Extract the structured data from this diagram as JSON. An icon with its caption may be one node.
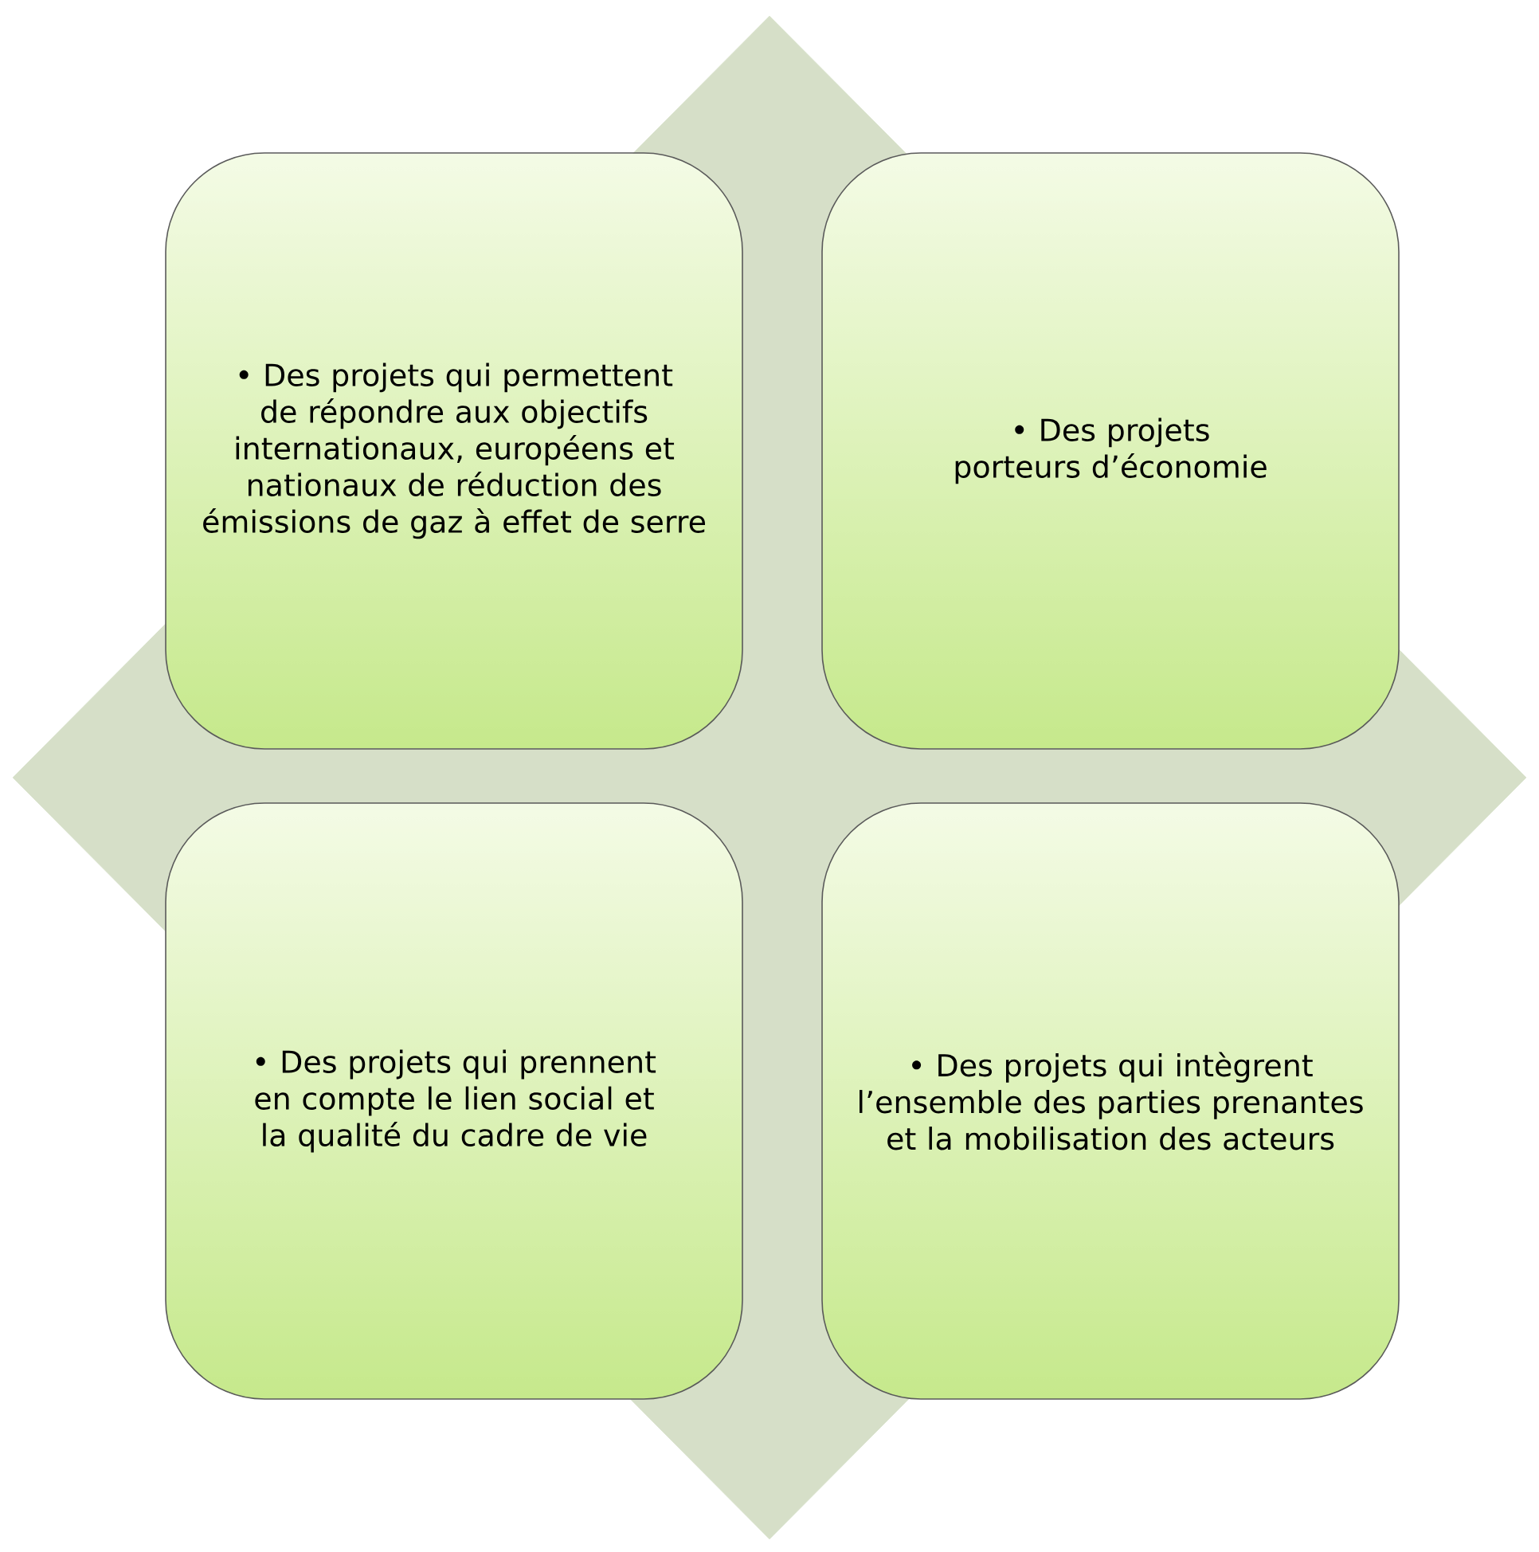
{
  "diagram": {
    "nodes": [
      {
        "text": [],
        "shape": "diamond"
      },
      {
        "text": [
          "• Des projets qui permettent de répondre aux objectifs internationaux, européens et nationaux de réduction des émissions de gaz à effet de serre"
        ],
        "in": 0
      },
      {
        "text": [
          "• Des projets porteurs d’économie"
        ],
        "in": 0
      },
      {
        "text": [
          "• Des projets qui prennent en compte le lien social et la qualité du cadre de vie"
        ],
        "in": 0
      },
      {
        "text": [
          "• Des projets qui intègrent l’ensemble des parties prenantes et la mobilisation des acteurs"
        ],
        "in": 0
      }
    ]
  }
}
